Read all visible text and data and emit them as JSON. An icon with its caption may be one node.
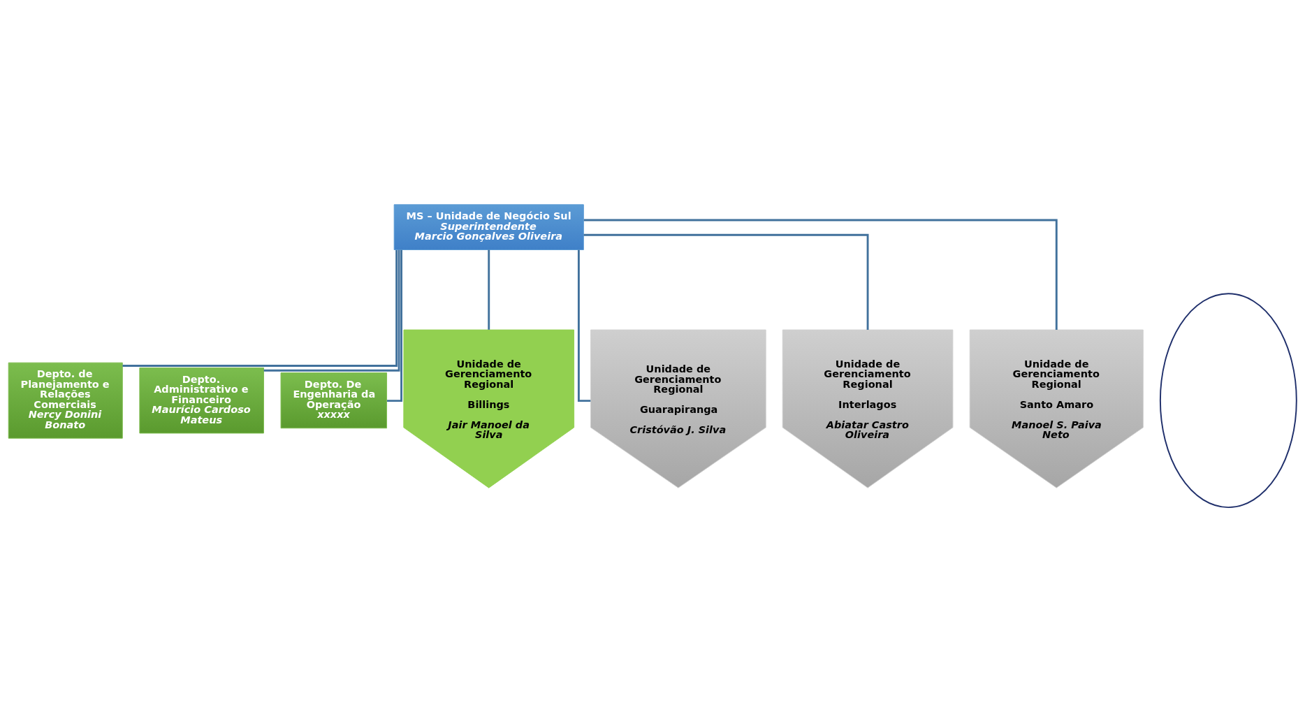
{
  "diagram": {
    "nodes": [
      {
        "text": [
          "MS – Unidade de Negócio Sul",
          "Superintendente",
          "Marcio Gonçalves Oliveira"
        ]
      },
      {
        "text": [
          "Depto. de Planejamento e Relações Comerciais",
          "Nercy Donini Bonato"
        ]
      },
      {
        "text": [
          "Depto. Administrativo e Financeiro",
          "Maurício Cardoso Mateus"
        ]
      },
      {
        "text": [
          "Depto. De Engenharia da Operação",
          "xxxxx"
        ]
      },
      {
        "text": [
          "Unidade de Gerenciamento Regional",
          "Billings",
          "Jair Manoel da Silva"
        ]
      },
      {
        "text": [
          "Unidade de Gerenciamento Regional",
          "Guarapiranga",
          "Cristóvão J. Silva"
        ]
      },
      {
        "text": [
          "Unidade de Gerenciamento Regional",
          "Interlagos",
          "Abiatar Castro Oliveira"
        ]
      },
      {
        "text": [
          "Unidade de Gerenciamento Regional",
          "Santo Amaro",
          "Manoel S. Paiva Neto"
        ]
      },
      {
        "text": [],
        "shape": "ellipse"
      }
    ],
    "edges": [
      {
        "from": 0,
        "to": 1,
        "arrow": "none"
      },
      {
        "from": 0,
        "to": 2,
        "arrow": "none"
      },
      {
        "from": 0,
        "to": 3,
        "arrow": "none"
      },
      {
        "from": 0,
        "to": 4,
        "arrow": "none"
      },
      {
        "from": 0,
        "to": 5,
        "arrow": "none"
      },
      {
        "from": 0,
        "to": 6,
        "arrow": "none"
      },
      {
        "from": 0,
        "to": 7,
        "arrow": "none"
      }
    ]
  }
}
